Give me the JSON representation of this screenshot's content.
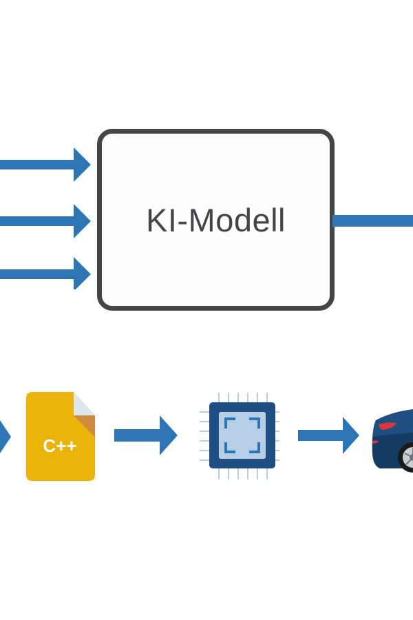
{
  "diagram": {
    "model_label": "KI-Modell",
    "colors": {
      "arrow": "#2e75b6",
      "box_border": "#444547",
      "file_icon": "#eab308",
      "file_fold": "#d18b3f",
      "file_corner": "#dce6ef",
      "chip_outer": "#1f4f82",
      "chip_inner": "#b7cfe6",
      "chip_bracket": "#2e75b6",
      "car_body": "#1f4f82",
      "car_light": "#d9363e"
    },
    "inputs": [
      {
        "name": "input-1"
      },
      {
        "name": "input-2"
      },
      {
        "name": "input-3"
      }
    ],
    "pipeline": [
      {
        "icon": "cpp-file-icon",
        "label": "C++"
      },
      {
        "icon": "chip-icon",
        "label": ""
      },
      {
        "icon": "car-icon",
        "label": ""
      }
    ]
  }
}
